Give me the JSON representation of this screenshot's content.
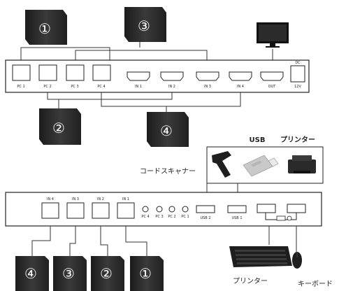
{
  "top_panel": {
    "usb_ports": [
      "PC 1",
      "PC 2",
      "PC 3",
      "PC 4"
    ],
    "hdmi_ports": [
      "IN 1",
      "IN 2",
      "IN 3",
      "IN 4"
    ],
    "out_label": "OUT",
    "power_label_top": "DC",
    "power_label_bottom": "12V"
  },
  "top_pcs": [
    "①",
    "③",
    "②",
    "④"
  ],
  "peripherals": {
    "usb_label": "USB",
    "printer_label": "プリンター",
    "scanner_label": "コードスキャナー"
  },
  "bottom_panel": {
    "hdmi_in": [
      "IN 4",
      "IN 3",
      "IN 2",
      "IN 1"
    ],
    "led_labels": [
      "PC 4",
      "PC 3",
      "PC 2",
      "PC 1"
    ],
    "usb_ports": [
      "USB 2",
      "USB 1"
    ]
  },
  "bottom_pcs": [
    "④",
    "③",
    "②",
    "①"
  ],
  "bottom_labels": {
    "printer_label": "プリンター",
    "keyboard_label": "キーボード"
  }
}
